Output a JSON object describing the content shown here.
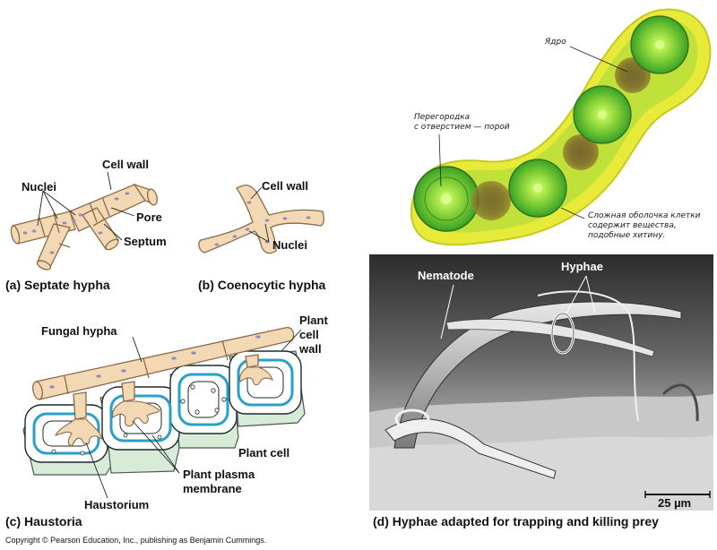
{
  "panel_a": {
    "labels": {
      "cell_wall": "Cell wall",
      "nuclei": "Nuclei",
      "pore": "Pore",
      "septum": "Septum"
    },
    "caption": "(a) Septate hypha"
  },
  "panel_b": {
    "labels": {
      "cell_wall": "Cell wall",
      "nuclei": "Nuclei"
    },
    "caption": "(b) Coenocytic hypha"
  },
  "panel_c": {
    "labels": {
      "fungal_hypha": "Fungal hypha",
      "plant_cell_wall": [
        "Plant",
        "cell",
        "wall"
      ],
      "plant_cell": "Plant cell",
      "plant_plasma_membrane": [
        "Plant plasma",
        "membrane"
      ],
      "haustorium": "Haustorium"
    },
    "caption": "(c) Haustoria"
  },
  "panel_d": {
    "labels": {
      "nematode": "Nematode",
      "hyphae": "Hyphae"
    },
    "scale_bar": "25 µm",
    "caption": "(d) Hyphae adapted for trapping and killing prey"
  },
  "top_right": {
    "nucleus": "Ядро",
    "septum_pore": [
      "Перегородка",
      "с отверстием — порой"
    ],
    "wall_note": [
      "Сложная оболочка клетки",
      "содержит вещества,",
      "подобные хитину."
    ]
  },
  "copyright": "Copyright © Pearson Education, Inc., publishing as Benjamin Cummings.",
  "colors": {
    "hypha_fill": "#f3d9b3",
    "hypha_outline": "#8a6a4a",
    "nucleus": "#9d8ac4",
    "plant_cell_fill": "#d8ead8",
    "plasma_membrane": "#2aa0c8",
    "micrograph_green": "#7ccf2a",
    "micrograph_yellow": "#e6e61e"
  }
}
